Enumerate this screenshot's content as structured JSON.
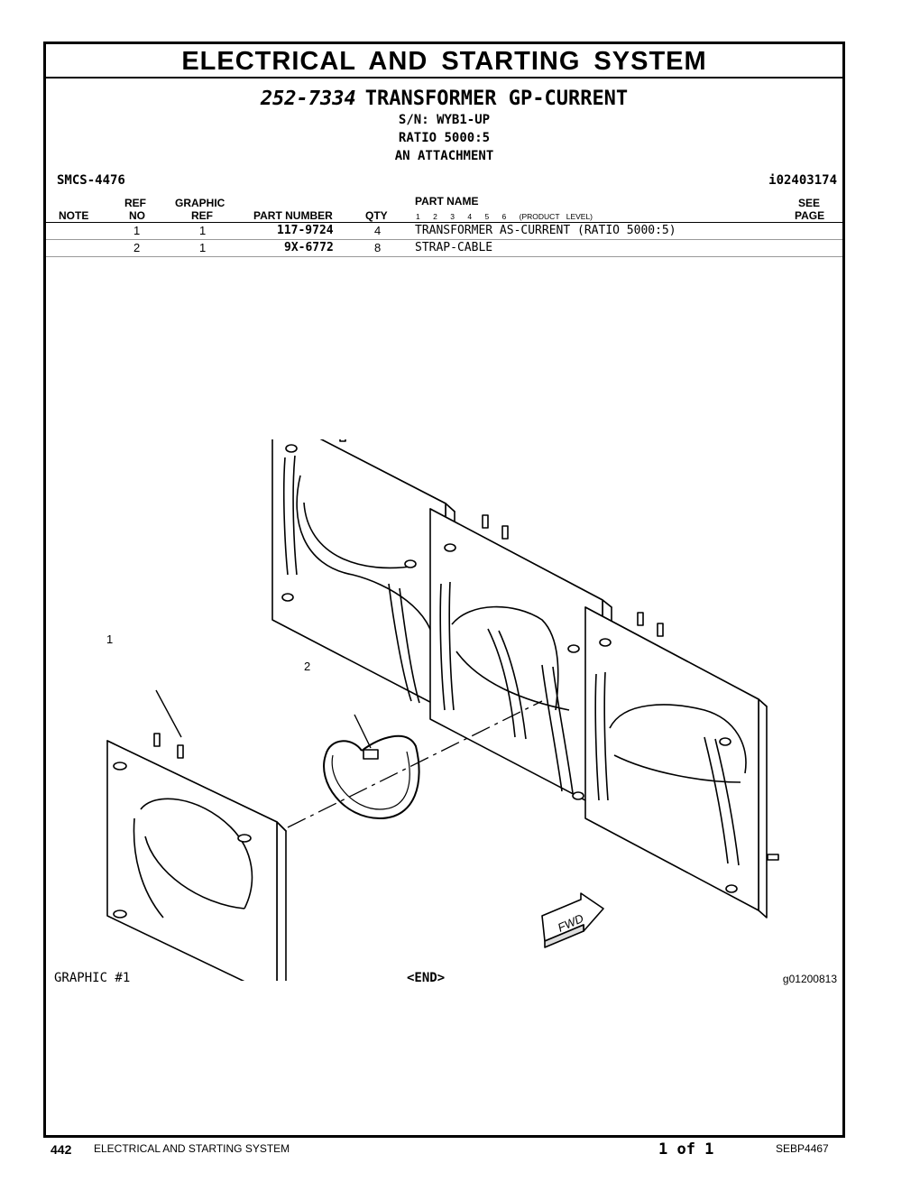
{
  "section_title": "ELECTRICAL AND STARTING SYSTEM",
  "group": {
    "part_number": "252-7334",
    "name": "TRANSFORMER GP-CURRENT",
    "serial": "S/N: WYB1-UP",
    "ratio": "RATIO 5000:5",
    "attachment": "AN ATTACHMENT"
  },
  "smcs": "SMCS-4476",
  "info_id": "i02403174",
  "table": {
    "headers": {
      "note": "NOTE",
      "ref_top": "REF",
      "ref_bottom": "NO",
      "graphic_top": "GRAPHIC",
      "graphic_bottom": "REF",
      "part_number": "PART NUMBER",
      "qty": "QTY",
      "part_name": "PART NAME",
      "levels": [
        "1",
        "2",
        "3",
        "4",
        "5",
        "6"
      ],
      "product_level": "(PRODUCT LEVEL)",
      "see_top": "SEE",
      "see_bottom": "PAGE"
    },
    "rows": [
      {
        "ref": "1",
        "graphic_ref": "1",
        "part_number": "117-9724",
        "qty": "4",
        "name": "TRANSFORMER AS-CURRENT (RATIO 5000:5)"
      },
      {
        "ref": "2",
        "graphic_ref": "1",
        "part_number": "9X-6772",
        "qty": "8",
        "name": "STRAP-CABLE"
      }
    ]
  },
  "drawing": {
    "callouts": [
      "1",
      "2"
    ],
    "fwd_label": "FWD"
  },
  "graphic_label": "GRAPHIC #1",
  "end_label": "<END>",
  "graphic_id": "g01200813",
  "footer": {
    "page": "442",
    "section": "ELECTRICAL AND STARTING SYSTEM",
    "page_of": "1 of 1",
    "doc": "SEBP4467"
  }
}
